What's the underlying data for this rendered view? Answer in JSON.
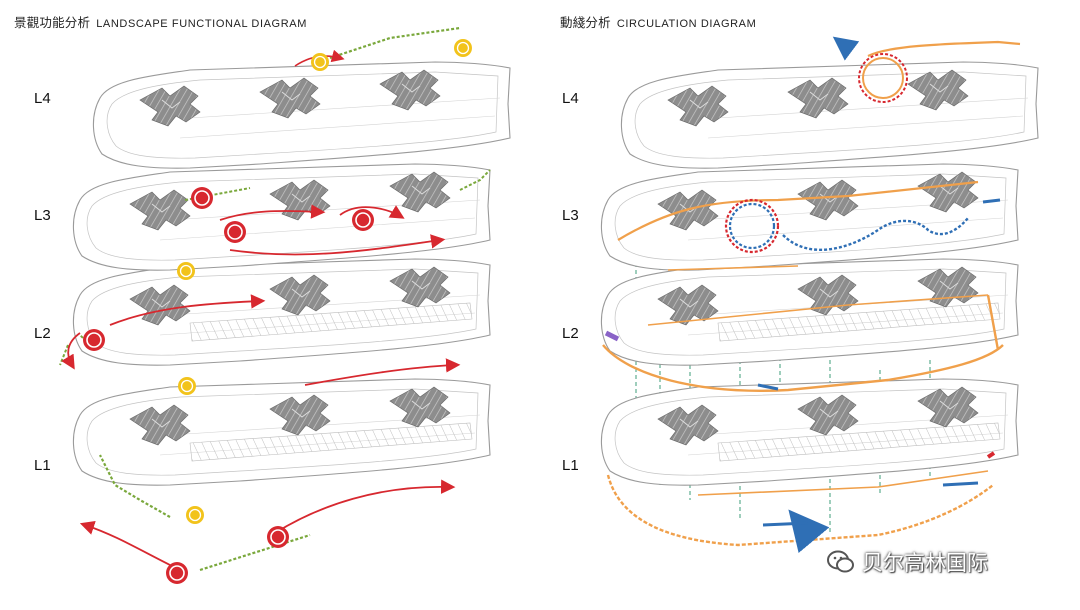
{
  "left_panel": {
    "title_cn": "景觀功能分析",
    "title_en": "LANDSCAPE FUNCTIONAL DIAGRAM",
    "levels": [
      "L4",
      "L3",
      "L2",
      "L1"
    ]
  },
  "right_panel": {
    "title_cn": "動綫分析",
    "title_en": "CIRCULATION DIAGRAM",
    "levels": [
      "L4",
      "L3",
      "L2",
      "L1"
    ]
  },
  "colors": {
    "floor_outline": "#9a9a9a",
    "building_fill": "#8c8c8c",
    "landscape_node_red": "#d7282f",
    "landscape_node_yellow": "#f2c31b",
    "green_edge": "#7aa83c",
    "circulation_orange": "#f0a04b",
    "circulation_blue": "#2f6fb5",
    "vertical_core": "#3c9c7a"
  },
  "watermark": {
    "text": "贝尔高林国际",
    "icon": "wechat-logo-icon"
  }
}
